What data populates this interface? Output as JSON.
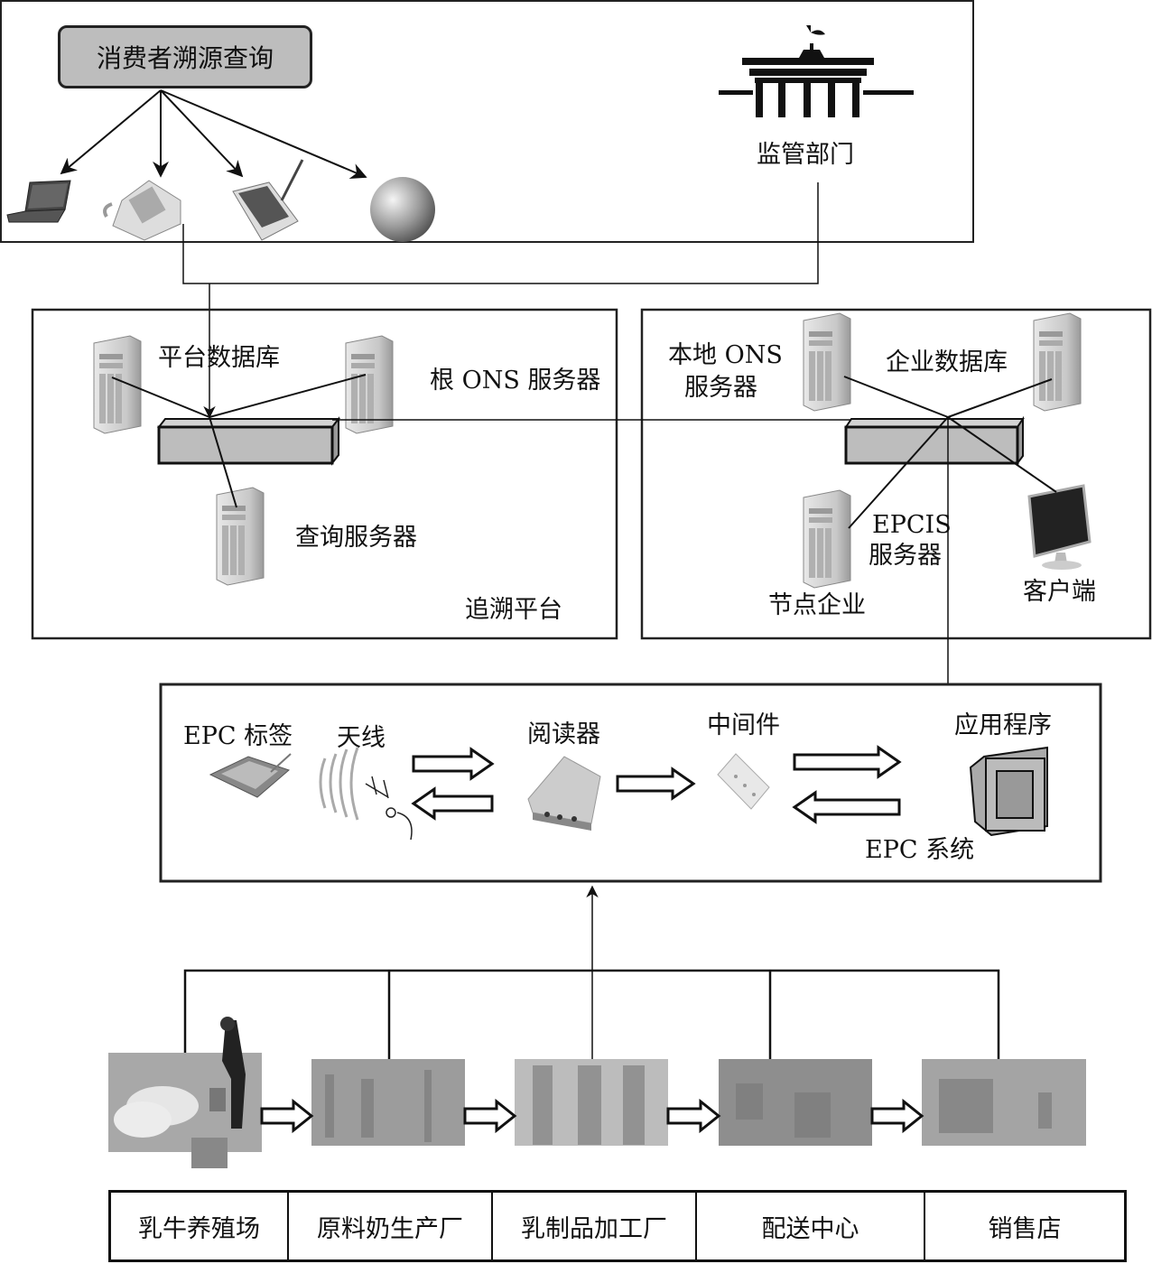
{
  "consumer": {
    "label": "消费者溯源查询",
    "devices": [
      "laptop",
      "telephone",
      "pda",
      "globe"
    ]
  },
  "regulator": {
    "label": "监管部门"
  },
  "platform": {
    "title": "追溯平台",
    "platform_db": "平台数据库",
    "root_ons": "根 ONS 服务器",
    "query_server": "查询服务器"
  },
  "node_enterprise": {
    "title": "节点企业",
    "local_ons_line1": "本地 ONS",
    "local_ons_line2": "服务器",
    "enterprise_db": "企业数据库",
    "epcis_line1": "EPCIS",
    "epcis_line2": "服务器",
    "client": "客户端"
  },
  "epc_system": {
    "title": "EPC 系统",
    "tag": "EPC 标签",
    "antenna": "天线",
    "reader": "阅读器",
    "middleware": "中间件",
    "application": "应用程序"
  },
  "supply_chain": {
    "stages": [
      "乳牛养殖场",
      "原料奶生产厂",
      "乳制品加工厂",
      "配送中心",
      "销售店"
    ]
  },
  "colors": {
    "line": "#111111",
    "fill_gray": "#bdbdbd",
    "server_gray": "#cfcfcf"
  }
}
